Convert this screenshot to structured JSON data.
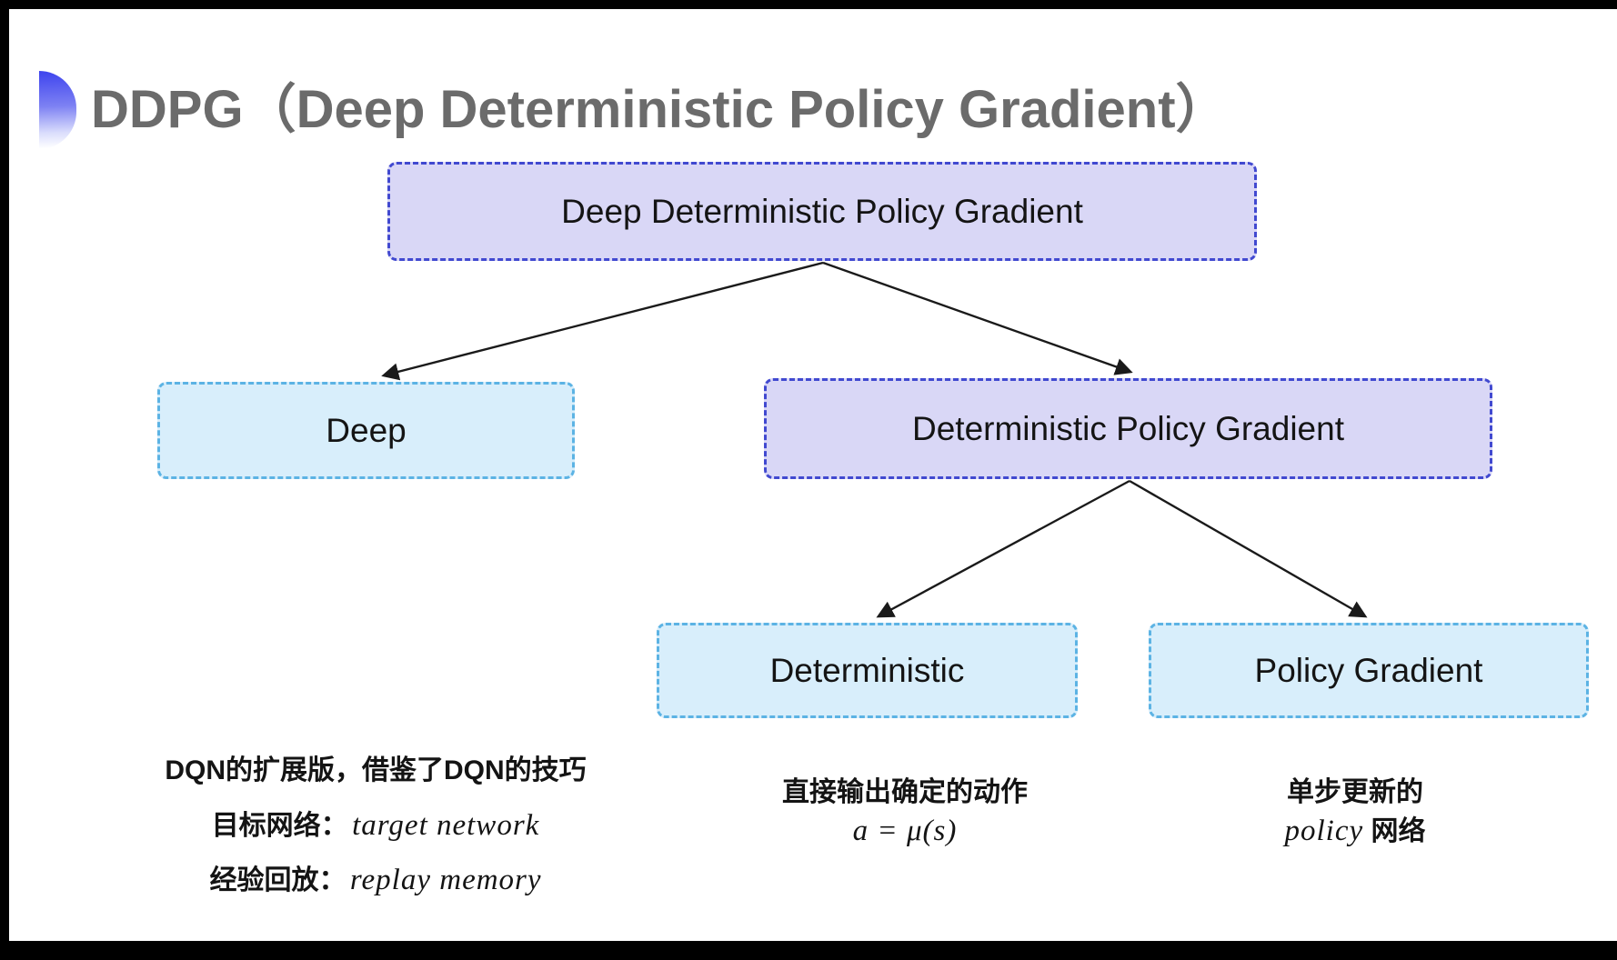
{
  "title": {
    "text": "DDPG（Deep Deterministic Policy Gradient）"
  },
  "nodes": {
    "ddpg": {
      "label": "Deep Deterministic Policy Gradient"
    },
    "deep": {
      "label": "Deep"
    },
    "dpg": {
      "label": "Deterministic Policy Gradient"
    },
    "deterministic": {
      "label": "Deterministic"
    },
    "policy_gradient": {
      "label": "Policy Gradient"
    }
  },
  "annotations": {
    "deep_note": {
      "line1": "DQN的扩展版，借鉴了DQN的技巧",
      "line2_label": "目标网络：",
      "line2_term": "target network",
      "line3_label": "经验回放：",
      "line3_term": "replay memory"
    },
    "deterministic_note": {
      "line1": "直接输出确定的动作",
      "formula": "a = μ(s)"
    },
    "policy_note": {
      "line1": "单步更新的",
      "line2_term": "policy",
      "line2_suffix": " 网络"
    }
  },
  "colors": {
    "lavender_fill": "#d9d7f6",
    "lavender_border": "#4149d0",
    "cyan_fill": "#d8eefb",
    "cyan_border": "#5cb3e4",
    "title_gray": "#6b6b6b",
    "text": "#141414",
    "arrow": "#1a1a1a",
    "icon_top": "#4046ee",
    "icon_bottom": "#ffffff",
    "frame": "#000000"
  }
}
